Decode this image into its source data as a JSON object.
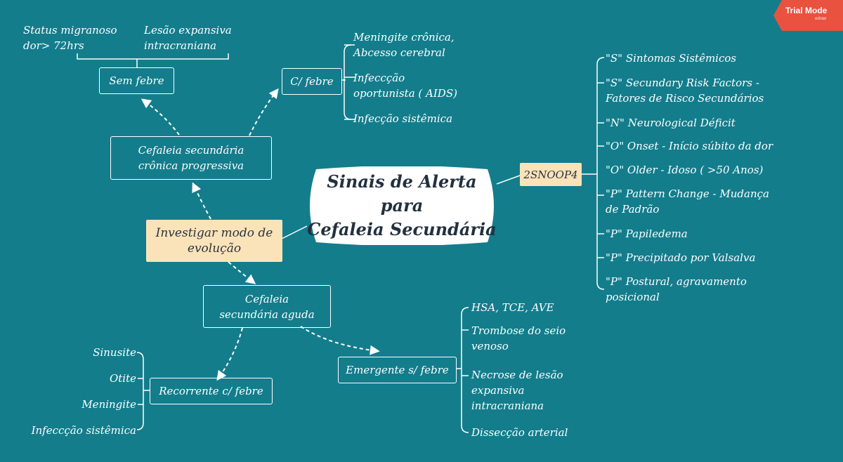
{
  "central": {
    "title": "Sinais de Alerta para\nCefaleia Secundária"
  },
  "badge": {
    "label": "Trial Mode",
    "sub": "edraw"
  },
  "left": {
    "investigate": "Investigar modo de\nevolução",
    "chronic": "Cefaleia secundária\ncrônica progressiva",
    "no_fever": "Sem febre",
    "no_fever_items": [
      "Status migranoso\ndor> 72hrs",
      "Lesão expansiva\nintracraniana"
    ],
    "fever": "C/ febre",
    "fever_items": [
      "Meningite crônica,\nAbcesso cerebral",
      "Infeccção\noportunista ( AIDS)",
      "Infecção sistêmica"
    ],
    "acute": "Cefaleia\nsecundária  aguda",
    "recurrent": "Recorrente c/ febre",
    "recurrent_items": [
      "Sinusite",
      "Otite",
      "Meningite",
      "Infeccção sistêmica"
    ],
    "emergent": "Emergente s/ febre",
    "emergent_items": [
      "HSA, TCE, AVE",
      "Trombose do seio\nvenoso",
      "Necrose de lesão\nexpansiva\nintracraniana",
      "Dissecção arterial"
    ]
  },
  "right": {
    "snoop": "2SNOOP4",
    "items": [
      "\"S\"   Sintomas Sistêmicos",
      "\"S\" Secundary Risk Factors -\nFatores de Risco  Secundários",
      "\"N\"  Neurological Déficit",
      "\"O\"  Onset  - Início súbito da dor",
      "\"O\" Older  - Idoso ( >50 Anos)",
      " \"P\" Pattern Change - Mudança\nde Padrão",
      "\"P\"  Papiledema",
      "\"P\"  Precipitado por Valsalva",
      "\"P\"  Postural, agravamento\nposicional"
    ]
  },
  "colors": {
    "background": "#137d8c",
    "node_fill": "#fbe3b9",
    "badge": "#e8523f",
    "lines": "#ffffff"
  }
}
